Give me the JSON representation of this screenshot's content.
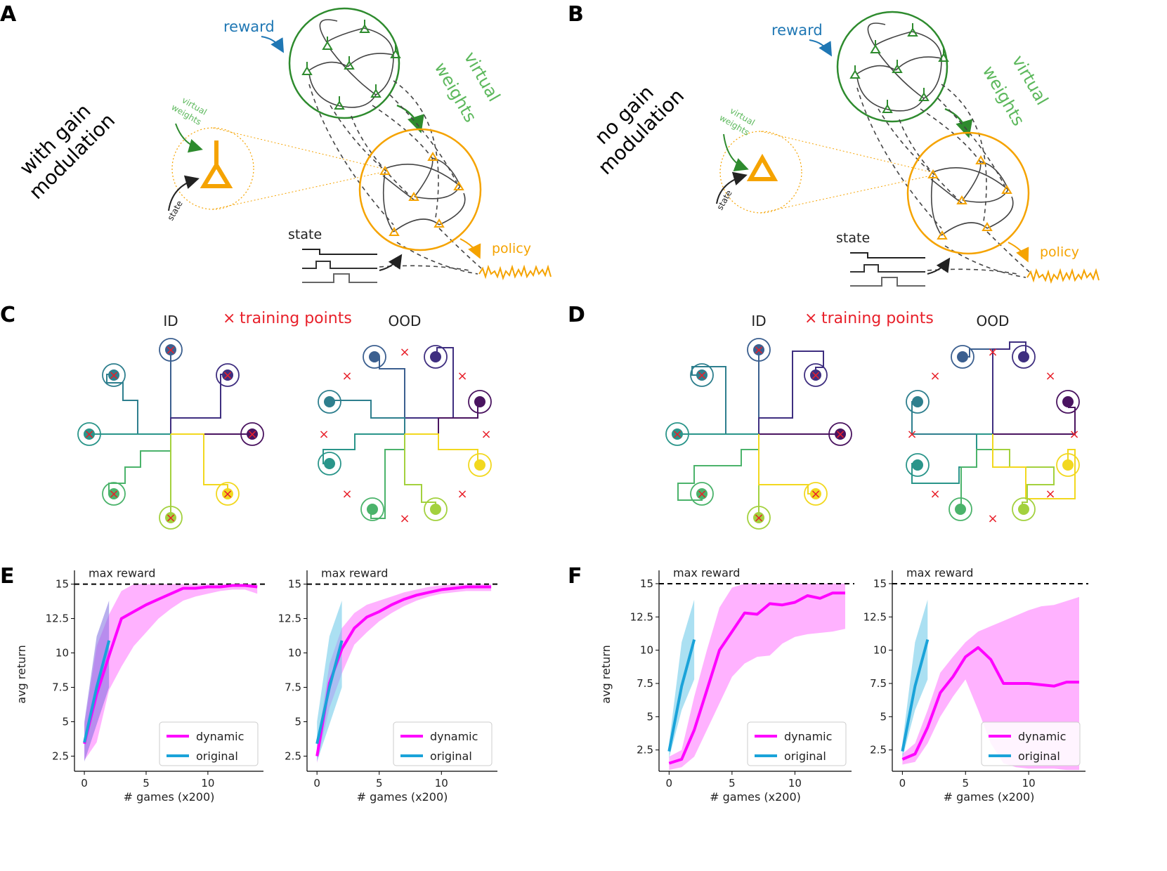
{
  "panel_labels": [
    "A",
    "B",
    "C",
    "D",
    "E",
    "F"
  ],
  "schematic": {
    "A": {
      "side_title": [
        "with gain",
        "modulation"
      ],
      "reward": "reward",
      "virtual_weights": [
        "virtual",
        "weights"
      ],
      "small_virtual_weights": [
        "virtual",
        "weights"
      ],
      "state_small": "state",
      "state": "state",
      "policy": "policy"
    },
    "B": {
      "side_title": [
        "no gain",
        "modulation"
      ],
      "reward": "reward",
      "virtual_weights": [
        "virtual",
        "weights"
      ],
      "small_virtual_weights": [
        "virtual",
        "weights"
      ],
      "state_small": "state",
      "state": "state",
      "policy": "policy"
    }
  },
  "navigation": {
    "C": {
      "id_title": "ID",
      "ood_title": "OOD",
      "legend": "training points"
    },
    "D": {
      "id_title": "ID",
      "ood_title": "OOD",
      "legend": "training points"
    }
  },
  "colors": {
    "dynamic": "#ff00ff",
    "dynamic_band": "#ff66ff",
    "original": "#1aa3d9",
    "original_band": "#66c7e8",
    "overlap": "#7d6ee0",
    "green": "#2e8b2e",
    "orange": "#f5a300",
    "blue_text": "#1f77b4",
    "red": "#e8202a"
  },
  "chart_data": [
    {
      "panel": "E",
      "position": "left",
      "type": "line",
      "xlabel": "# games (x200)",
      "ylabel": "avg return",
      "xlim": [
        -0.8,
        14.5
      ],
      "ylim": [
        1.4,
        16
      ],
      "xticks": [
        0,
        5,
        10
      ],
      "yticks": [
        2.5,
        5.0,
        7.5,
        10.0,
        12.5,
        15.0
      ],
      "hline": {
        "y": 15.0,
        "label": "max reward"
      },
      "legend": "lower-right",
      "series": [
        {
          "name": "dynamic",
          "x": [
            0,
            1,
            2,
            3,
            4,
            5,
            6,
            7,
            8,
            9,
            10,
            11,
            12,
            13,
            14
          ],
          "values": [
            3.4,
            7.0,
            9.8,
            12.5,
            13.0,
            13.5,
            13.9,
            14.3,
            14.7,
            14.7,
            14.8,
            14.8,
            14.9,
            14.9,
            14.8
          ],
          "lower": [
            2.2,
            3.5,
            7.3,
            9.0,
            10.5,
            11.5,
            12.5,
            13.2,
            13.8,
            14.1,
            14.3,
            14.5,
            14.6,
            14.6,
            14.3
          ],
          "upper": [
            4.8,
            10.5,
            12.8,
            14.5,
            15.0,
            15.0,
            15.0,
            15.0,
            15.0,
            15.0,
            15.0,
            15.0,
            15.0,
            15.0,
            15.0
          ]
        },
        {
          "name": "original",
          "x": [
            0,
            1,
            2
          ],
          "values": [
            3.5,
            7.5,
            10.9
          ],
          "lower": [
            2.1,
            4.8,
            7.5
          ],
          "upper": [
            5.0,
            11.2,
            13.8
          ]
        }
      ]
    },
    {
      "panel": "E",
      "position": "right",
      "type": "line",
      "xlabel": "# games (x200)",
      "ylabel": "",
      "xlim": [
        -0.8,
        14.5
      ],
      "ylim": [
        1.4,
        16
      ],
      "xticks": [
        0,
        5,
        10
      ],
      "yticks": [
        2.5,
        5.0,
        7.5,
        10.0,
        12.5,
        15.0
      ],
      "hline": {
        "y": 15.0,
        "label": "max reward"
      },
      "legend": "lower-right",
      "series": [
        {
          "name": "dynamic",
          "x": [
            0,
            1,
            2,
            3,
            4,
            5,
            6,
            7,
            8,
            9,
            10,
            11,
            12,
            13,
            14
          ],
          "values": [
            2.5,
            7.8,
            10.3,
            11.8,
            12.6,
            13.0,
            13.5,
            13.9,
            14.2,
            14.4,
            14.6,
            14.7,
            14.8,
            14.8,
            14.8
          ],
          "lower": [
            2.0,
            6.0,
            8.5,
            10.6,
            11.5,
            12.3,
            12.9,
            13.4,
            13.8,
            14.1,
            14.3,
            14.4,
            14.5,
            14.5,
            14.5
          ],
          "upper": [
            3.2,
            9.2,
            11.8,
            12.9,
            13.5,
            13.8,
            14.1,
            14.4,
            14.6,
            14.8,
            14.9,
            15.0,
            15.0,
            15.0,
            15.0
          ]
        },
        {
          "name": "original",
          "x": [
            0,
            1,
            2
          ],
          "values": [
            3.4,
            7.5,
            10.9
          ],
          "lower": [
            2.1,
            4.8,
            7.5
          ],
          "upper": [
            5.0,
            11.2,
            13.8
          ]
        }
      ]
    },
    {
      "panel": "F",
      "position": "left",
      "type": "line",
      "xlabel": "# games (x200)",
      "ylabel": "avg return",
      "xlim": [
        -0.8,
        14.5
      ],
      "ylim": [
        0.9,
        16
      ],
      "xticks": [
        0,
        5,
        10
      ],
      "yticks": [
        2.5,
        5.0,
        7.5,
        10.0,
        12.5,
        15.0
      ],
      "hline": {
        "y": 15.0,
        "label": "max reward"
      },
      "legend": "lower-right",
      "series": [
        {
          "name": "dynamic",
          "x": [
            0,
            1,
            2,
            3,
            4,
            5,
            6,
            7,
            8,
            9,
            10,
            11,
            12,
            13,
            14
          ],
          "values": [
            1.5,
            1.8,
            4.0,
            7.0,
            10.0,
            11.4,
            12.8,
            12.7,
            13.5,
            13.4,
            13.6,
            14.1,
            13.9,
            14.3,
            14.3
          ],
          "lower": [
            1.0,
            1.2,
            2.0,
            4.0,
            6.0,
            8.0,
            9.0,
            9.5,
            9.6,
            10.5,
            11.0,
            11.2,
            11.3,
            11.4,
            11.6
          ],
          "upper": [
            2.0,
            2.5,
            6.5,
            10.0,
            13.2,
            14.7,
            15.0,
            15.0,
            15.0,
            15.0,
            15.0,
            15.0,
            15.0,
            15.0,
            15.0
          ]
        },
        {
          "name": "original",
          "x": [
            0,
            1,
            2
          ],
          "values": [
            2.4,
            7.3,
            10.8
          ],
          "lower": [
            1.9,
            5.5,
            7.8
          ],
          "upper": [
            3.0,
            10.6,
            13.8
          ]
        }
      ]
    },
    {
      "panel": "F",
      "position": "right",
      "type": "line",
      "xlabel": "# games (x200)",
      "ylabel": "",
      "xlim": [
        -0.8,
        14.5
      ],
      "ylim": [
        0.9,
        16
      ],
      "xticks": [
        0,
        5,
        10
      ],
      "yticks": [
        2.5,
        5.0,
        7.5,
        10.0,
        12.5,
        15.0
      ],
      "hline": {
        "y": 15.0,
        "label": "max reward"
      },
      "legend": "lower-right",
      "series": [
        {
          "name": "dynamic",
          "x": [
            0,
            1,
            2,
            3,
            4,
            5,
            6,
            7,
            8,
            9,
            10,
            11,
            12,
            13,
            14
          ],
          "values": [
            1.8,
            2.2,
            4.2,
            6.8,
            8.0,
            9.5,
            10.2,
            9.3,
            7.5,
            7.5,
            7.5,
            7.4,
            7.3,
            7.6,
            7.6
          ],
          "lower": [
            1.4,
            1.6,
            3.0,
            5.0,
            6.5,
            7.8,
            5.5,
            3.0,
            1.5,
            1.2,
            1.1,
            1.1,
            1.1,
            1.0,
            1.0
          ],
          "upper": [
            2.2,
            3.0,
            5.5,
            8.3,
            9.5,
            10.6,
            11.4,
            11.8,
            12.2,
            12.6,
            13.0,
            13.3,
            13.4,
            13.7,
            14.0
          ]
        },
        {
          "name": "original",
          "x": [
            0,
            1,
            2
          ],
          "values": [
            2.4,
            7.3,
            10.8
          ],
          "lower": [
            1.9,
            5.5,
            7.8
          ],
          "upper": [
            3.0,
            10.6,
            13.8
          ]
        }
      ]
    }
  ]
}
